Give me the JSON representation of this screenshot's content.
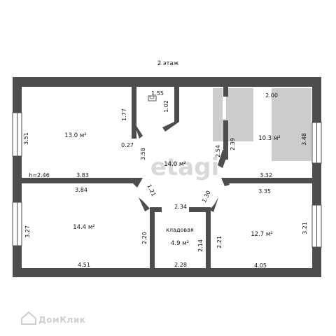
{
  "floor_title": "2 этаж",
  "watermark": "etagi",
  "brand": "ДомКлик",
  "colors": {
    "wall": "#4d4d4d",
    "furniture": "#cccccc",
    "window": "#ffffff",
    "text": "#111111"
  },
  "rooms": {
    "top_left": {
      "area": "13.0 м²",
      "dims": [
        "3.51",
        "1.77",
        "0.27",
        "3.83"
      ],
      "height": "h=2.46"
    },
    "wc": {
      "dims": [
        "1.55",
        "1.02"
      ]
    },
    "hall": {
      "area": "14.0 м²",
      "dims": [
        "3.58",
        "1.21",
        "2.34",
        "1.30",
        "2.54",
        "2.39"
      ]
    },
    "top_right": {
      "area": "10.3 м²",
      "dims": [
        "2.00",
        "3.48",
        "3.32"
      ]
    },
    "bottom_left": {
      "area": "14.4 м²",
      "dims": [
        "3.84",
        "3.27",
        "4.51",
        "2.20"
      ]
    },
    "storage": {
      "name": "кладовая",
      "area": "4.9 м²",
      "dims": [
        "2.14",
        "2.28"
      ]
    },
    "bottom_right": {
      "area": "12.7 м²",
      "dims": [
        "3.35",
        "3.21",
        "2.21",
        "4.05"
      ]
    }
  }
}
